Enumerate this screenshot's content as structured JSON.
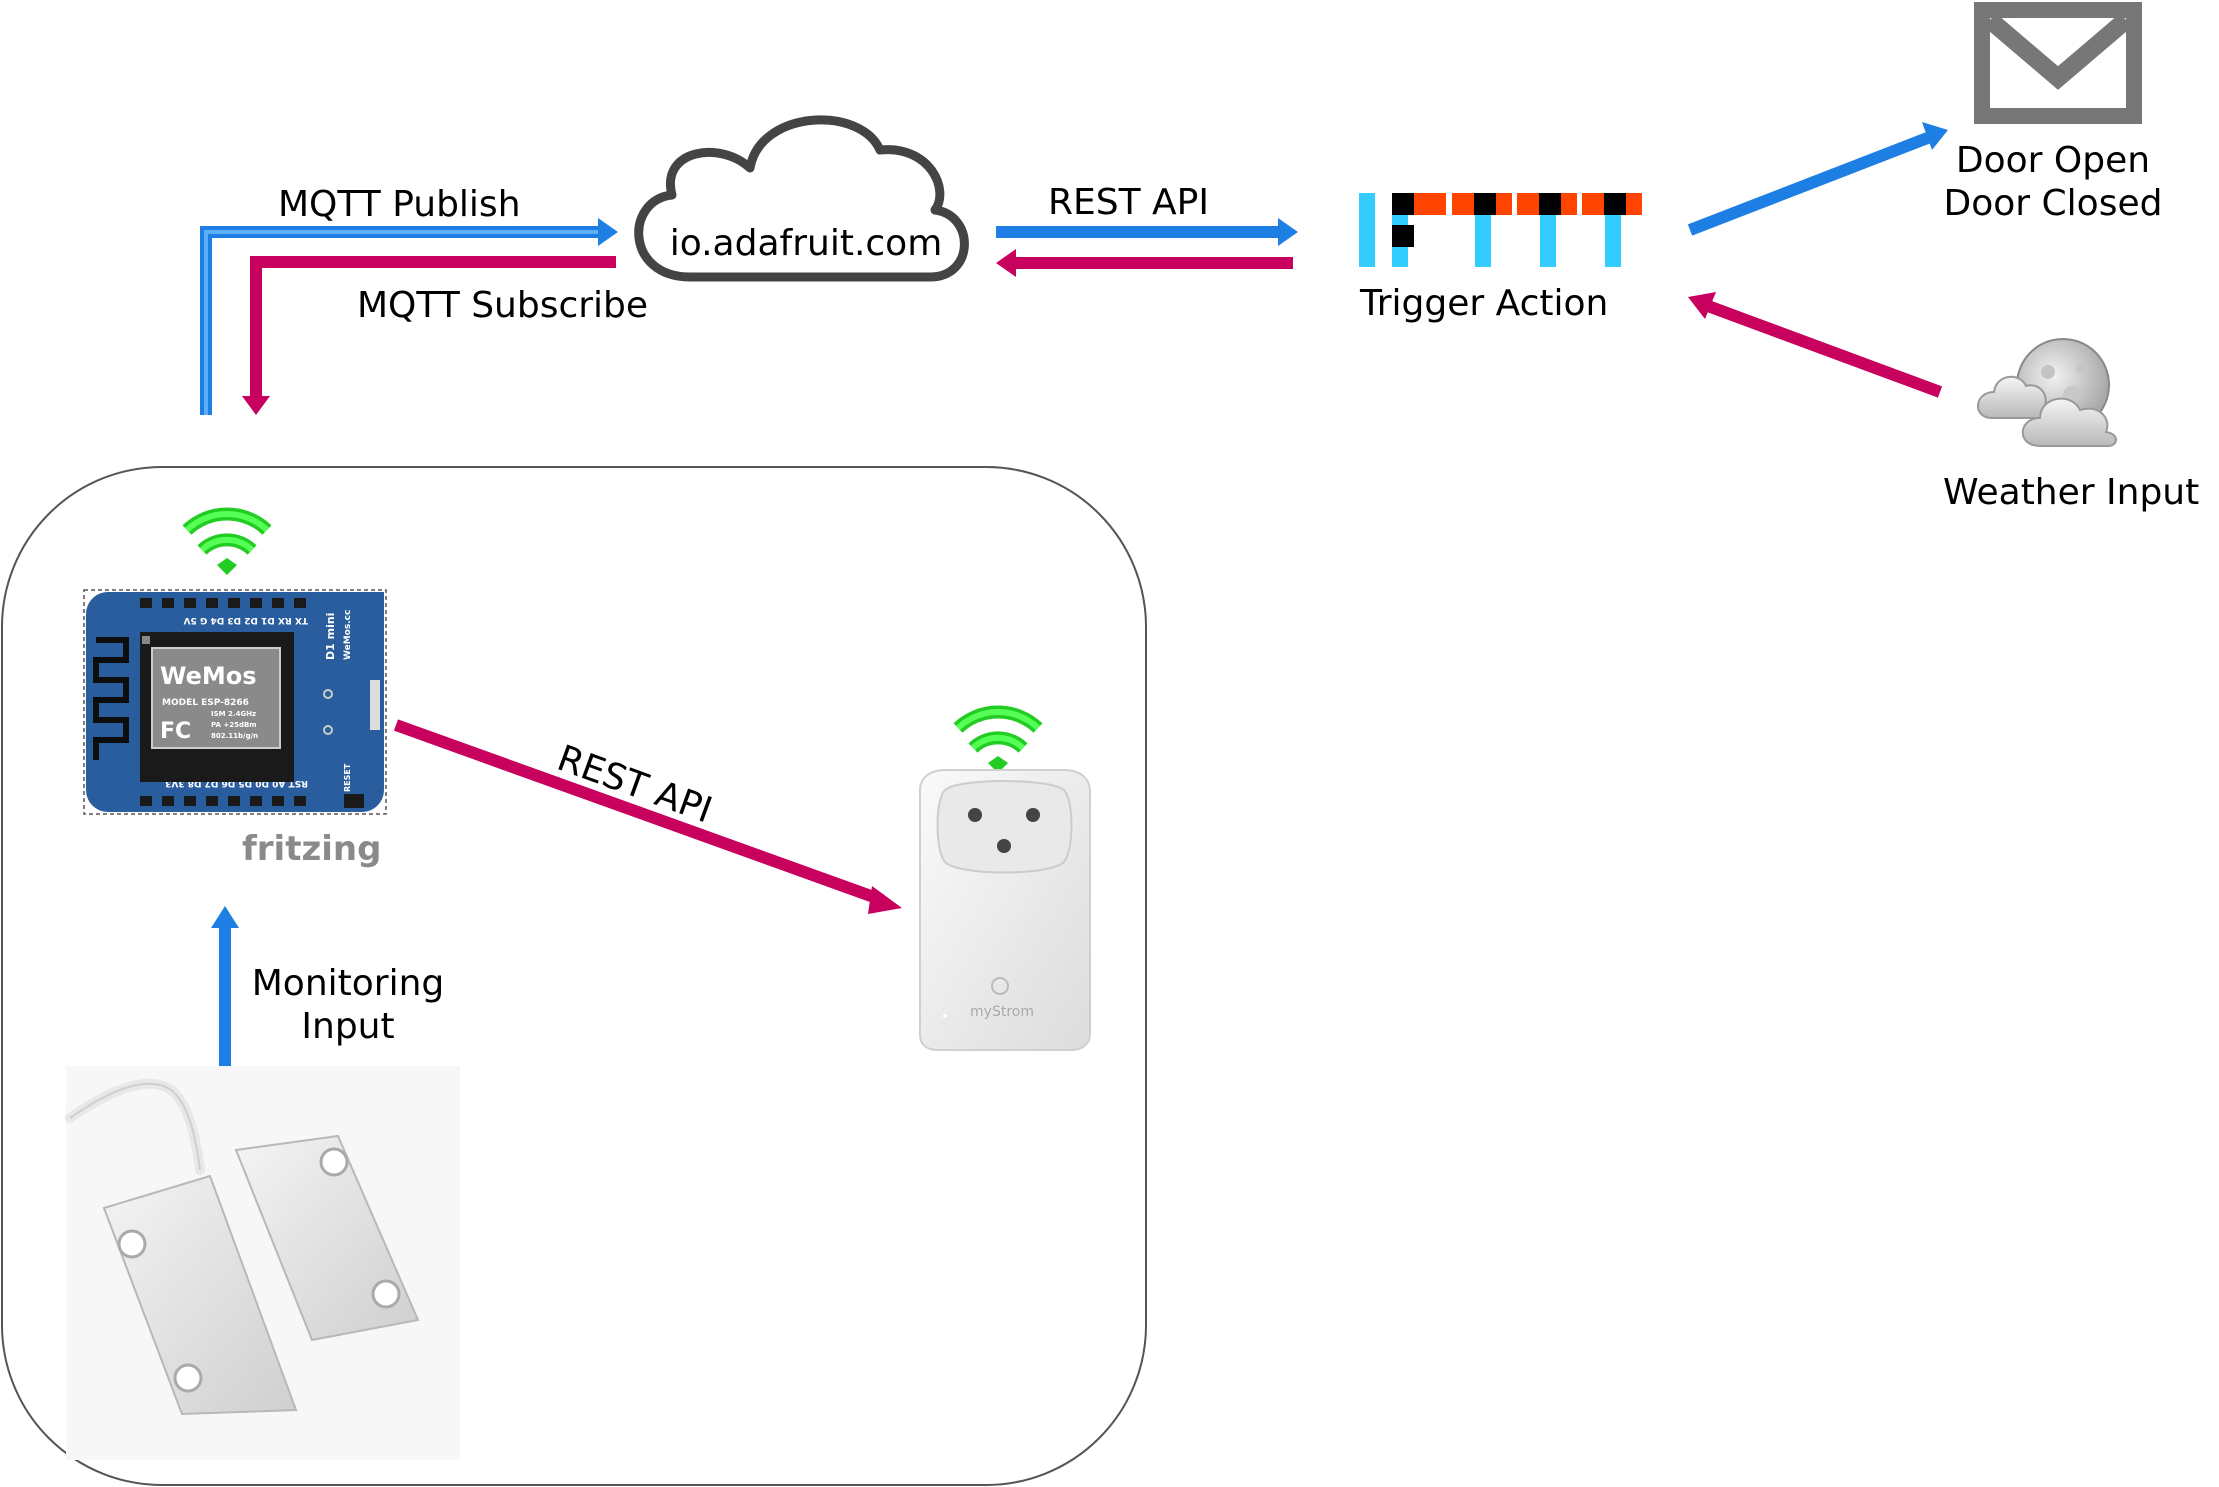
{
  "labels": {
    "mqtt_publish": "MQTT Publish",
    "mqtt_subscribe": "MQTT Subscribe",
    "cloud": "io.adafruit.com",
    "rest_api_top": "REST API",
    "trigger_action": "Trigger Action",
    "door_open": "Door Open",
    "door_closed": "Door Closed",
    "weather_input": "Weather Input",
    "rest_api_local": "REST API",
    "monitoring": "Monitoring",
    "input": "Input",
    "fritzing": "fritzing"
  },
  "board": {
    "brand": "WeMos",
    "model": "MODEL  ESP-8266",
    "ism": "ISM 2.4GHz",
    "pa": "PA +25dBm",
    "wifi": "802.11b/g/n",
    "fc": "FC",
    "d1mini": "D1 mini",
    "site": "WeMos.cc",
    "reset": "RESET",
    "top_pins": "TX  RX  D1  D2  D3  D4  G  5V",
    "bottom_pins": "RST  A0  D0  D5  D6  D7  D8  3V3"
  },
  "plug": {
    "brand": "myStrom"
  },
  "colors": {
    "blue_arrow": "#1d7fe3",
    "magenta_arrow": "#c8005e",
    "wifi_green": "#1ee81e",
    "ifttt_blue": "#33ccff",
    "ifttt_orange": "#ff4400",
    "board_blue": "#2a5d9e"
  },
  "icons": [
    "wifi-icon",
    "cloud-icon",
    "ifttt-logo",
    "envelope-icon",
    "weather-moon-cloud-icon",
    "wemos-d1-mini-board",
    "mystrom-plug",
    "reed-switch-sensor"
  ]
}
